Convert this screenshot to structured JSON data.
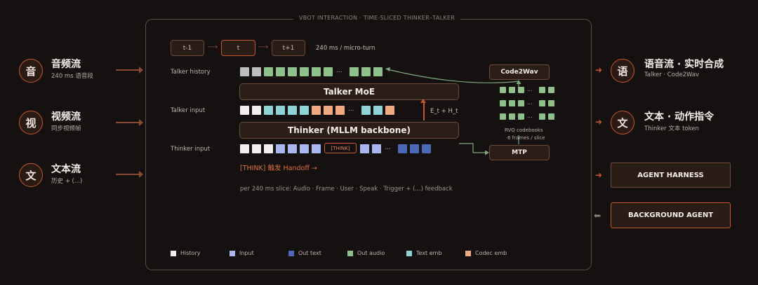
{
  "title": "VBOT INTERACTION · TIME-SLICED THINKER–TALKER",
  "inputs": [
    {
      "glyph": "音",
      "title": "音频流",
      "sub": "240 ms 语音段"
    },
    {
      "glyph": "视",
      "title": "视频流",
      "sub": "同步视频帧"
    },
    {
      "glyph": "文",
      "title": "文本流",
      "sub": "历史 + (...)"
    }
  ],
  "outputs": [
    {
      "glyph": "语",
      "title": "语音流 · 实时合成",
      "sub": "Talker · Code2Wav"
    },
    {
      "glyph": "文",
      "title": "文本 · 动作指令",
      "sub": "Thinker 文本 token"
    }
  ],
  "timeline": {
    "prev": "t-1",
    "cur": "t",
    "next": "t+1",
    "note": "240 ms / micro-turn"
  },
  "rows": {
    "talker_history": "Talker history",
    "talker_input": "Talker input",
    "thinker_input": "Thinker input"
  },
  "blocks": {
    "talker_moe": "Talker MoE",
    "thinker": "Thinker (MLLM backbone)",
    "think_token": "[THINK]",
    "eh_label": "E_t + H_t",
    "code2wav": "Code2Wav",
    "mtp": "MTP",
    "rvq_line1": "RVQ codebooks",
    "rvq_line2": "6 frames / slice"
  },
  "handoff": "[THINK] 触发 Handoff →",
  "slice_note": "per 240 ms slice: Audio · Frame · User · Speak · Trigger + (...) feedback",
  "ellipsis": "...",
  "legend": [
    {
      "label": "History",
      "color": "#f2f0ee"
    },
    {
      "label": "Input",
      "color": "#a9b6f0"
    },
    {
      "label": "Out text",
      "color": "#4e68b8"
    },
    {
      "label": "Out audio",
      "color": "#8fbf8a"
    },
    {
      "label": "Text emb",
      "color": "#8fd3d6"
    },
    {
      "label": "Codec emb",
      "color": "#f0aa82"
    }
  ],
  "agents": {
    "harness": "AGENT HARNESS",
    "background": "BACKGROUND AGENT"
  },
  "colors": {
    "accent": "#c9572e",
    "background": "#141110",
    "history_grey": "#bdbdbd",
    "history_white": "#f2f0ee"
  }
}
